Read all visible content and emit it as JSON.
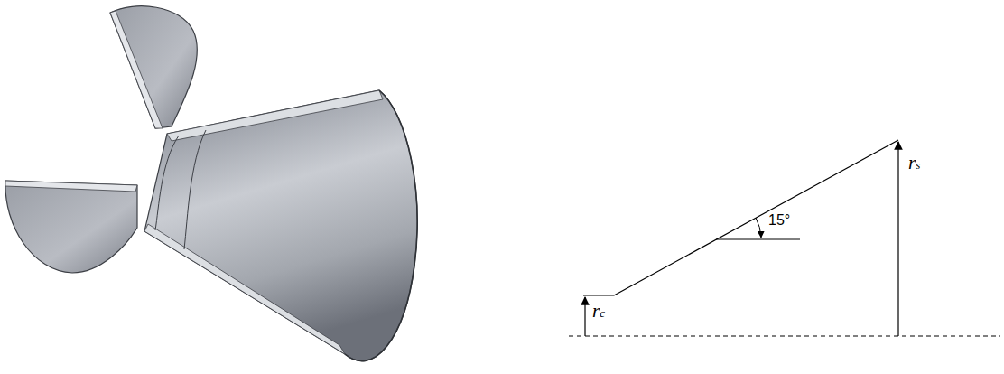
{
  "diagram": {
    "labels": [
      "rc",
      "rs",
      "15°"
    ]
  }
}
